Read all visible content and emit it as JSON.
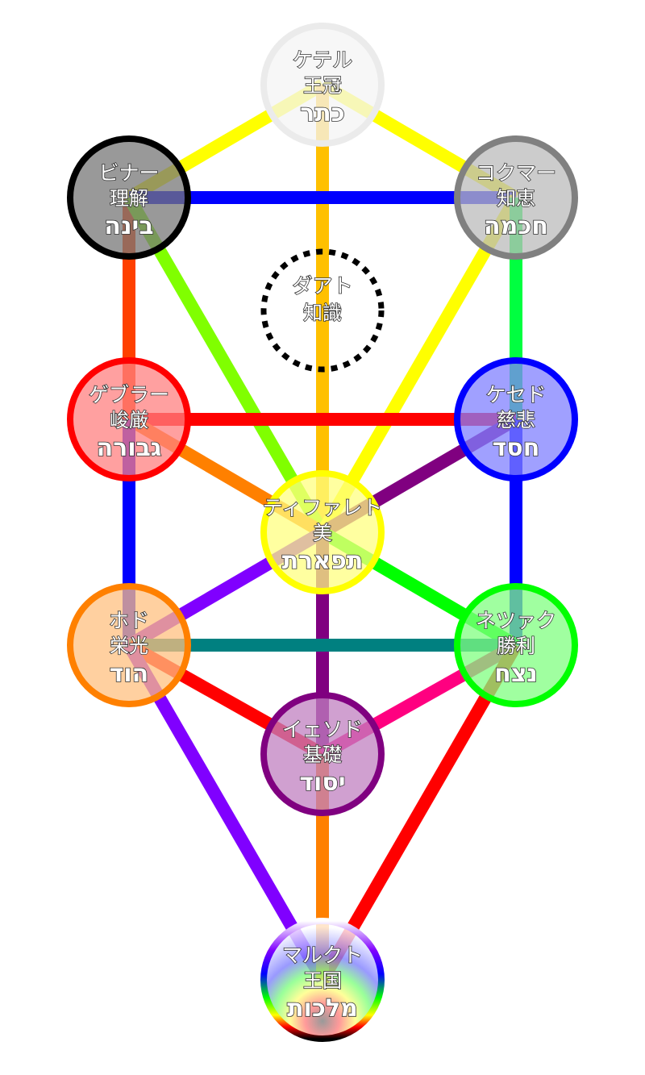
{
  "title": "Tree of Life (Sephirot)",
  "sephirot": [
    {
      "id": "keter",
      "katakana": "ケテル",
      "kanji": "王冠",
      "hebrew": "כתר",
      "fill": "#f4f4f4",
      "ring": "#ebebeb"
    },
    {
      "id": "binah",
      "katakana": "ビナー",
      "kanji": "理解",
      "hebrew": "בינה",
      "fill": "#777777",
      "ring": "#000000"
    },
    {
      "id": "chokmah",
      "katakana": "コクマー",
      "kanji": "知恵",
      "hebrew": "חכמה",
      "fill": "#bbbbbb",
      "ring": "#808080"
    },
    {
      "id": "daat",
      "katakana": "ダアト",
      "kanji": "知識",
      "hebrew": "",
      "fill": "none",
      "ring": "#000000",
      "dashed": true
    },
    {
      "id": "gevurah",
      "katakana": "ゲブラー",
      "kanji": "峻厳",
      "hebrew": "גבורה",
      "fill": "#ff8080",
      "ring": "#ff0000"
    },
    {
      "id": "chesed",
      "katakana": "ケセド",
      "kanji": "慈悲",
      "hebrew": "חסד",
      "fill": "#8080ff",
      "ring": "#0000ff"
    },
    {
      "id": "tiferet",
      "katakana": "ティファレト",
      "kanji": "美",
      "hebrew": "תפארת",
      "fill": "#ffff80",
      "ring": "#ffff00"
    },
    {
      "id": "hod",
      "katakana": "ホド",
      "kanji": "栄光",
      "hebrew": "הוד",
      "fill": "#ffc080",
      "ring": "#ff8000"
    },
    {
      "id": "netzach",
      "katakana": "ネツァク",
      "kanji": "勝利",
      "hebrew": "נצח",
      "fill": "#80ff80",
      "ring": "#00ff00"
    },
    {
      "id": "yesod",
      "katakana": "イェソド",
      "kanji": "基礎",
      "hebrew": "יסוד",
      "fill": "#c080c0",
      "ring": "#800080"
    },
    {
      "id": "malkuth",
      "katakana": "マルクト",
      "kanji": "王国",
      "hebrew": "מלכות",
      "fill": "rainbow",
      "ring": "rainbow"
    }
  ],
  "paths": [
    {
      "from": "keter",
      "to": "binah",
      "color": "#ffff00"
    },
    {
      "from": "keter",
      "to": "chokmah",
      "color": "#ffff00"
    },
    {
      "from": "keter",
      "to": "tiferet",
      "color": "#ffc000"
    },
    {
      "from": "binah",
      "to": "chokmah",
      "color": "#0000ff"
    },
    {
      "from": "binah",
      "to": "gevurah",
      "color": "#ff4000"
    },
    {
      "from": "binah",
      "to": "tiferet",
      "color": "#80ff00"
    },
    {
      "from": "chokmah",
      "to": "tiferet",
      "color": "#ffff00"
    },
    {
      "from": "chokmah",
      "to": "chesed",
      "color": "#00ff40"
    },
    {
      "from": "gevurah",
      "to": "chesed",
      "color": "#ff0000"
    },
    {
      "from": "gevurah",
      "to": "tiferet",
      "color": "#ff8000"
    },
    {
      "from": "chesed",
      "to": "tiferet",
      "color": "#800080"
    },
    {
      "from": "gevurah",
      "to": "hod",
      "color": "#0000ff"
    },
    {
      "from": "chesed",
      "to": "netzach",
      "color": "#0000ff"
    },
    {
      "from": "tiferet",
      "to": "hod",
      "color": "#8000ff"
    },
    {
      "from": "tiferet",
      "to": "netzach",
      "color": "#00ff00"
    },
    {
      "from": "tiferet",
      "to": "yesod",
      "color": "#800080"
    },
    {
      "from": "hod",
      "to": "netzach",
      "color": "#008080"
    },
    {
      "from": "hod",
      "to": "yesod",
      "color": "#ff0000"
    },
    {
      "from": "netzach",
      "to": "yesod",
      "color": "#ff0080"
    },
    {
      "from": "hod",
      "to": "malkuth",
      "color": "#8000ff"
    },
    {
      "from": "netzach",
      "to": "malkuth",
      "color": "#ff0000"
    },
    {
      "from": "yesod",
      "to": "malkuth",
      "color": "#ff8000"
    }
  ]
}
